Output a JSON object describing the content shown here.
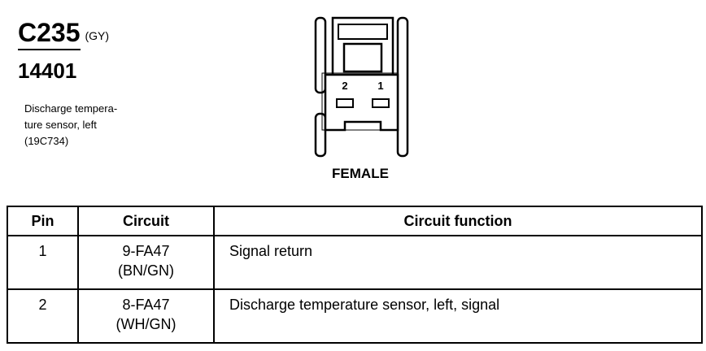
{
  "connector": {
    "id": "C235",
    "color_code": "(GY)",
    "part_number": "14401",
    "description_lines": [
      "Discharge tempera-",
      "ture sensor, left",
      "(19C734)"
    ],
    "pin_labels": [
      "2",
      "1"
    ],
    "gender": "FEMALE"
  },
  "table": {
    "headers": [
      "Pin",
      "Circuit",
      "Circuit function"
    ],
    "rows": [
      {
        "pin": "1",
        "circuit": "9-FA47",
        "wire": "(BN/GN)",
        "function": "Signal return"
      },
      {
        "pin": "2",
        "circuit": "8-FA47",
        "wire": "(WH/GN)",
        "function": "Discharge temperature sensor, left, signal"
      }
    ]
  }
}
